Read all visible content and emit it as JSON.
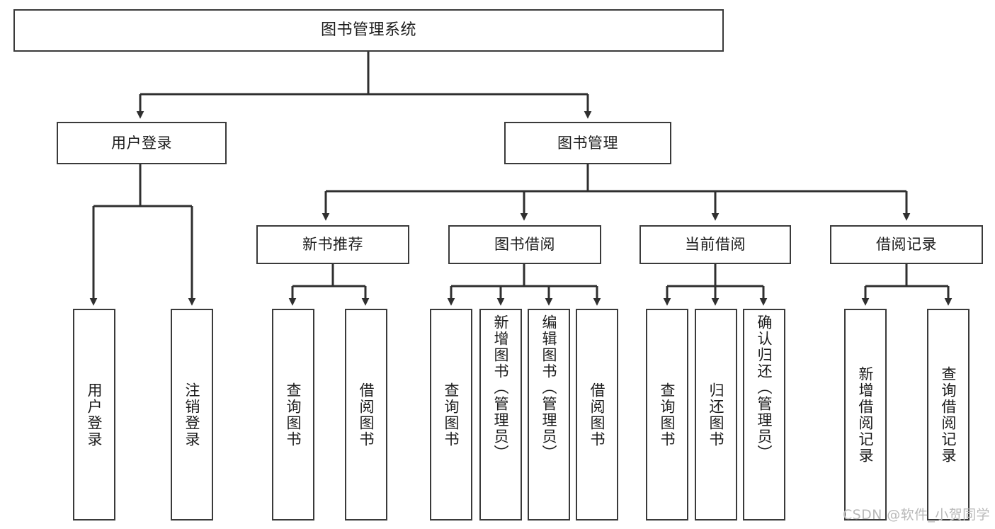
{
  "diagram": {
    "title": "图书管理系统",
    "type": "tree-hierarchy",
    "colors": {
      "box_border": "#3a3a3a",
      "box_fill": "#ffffff",
      "edge": "#2f2f2f",
      "text": "#1b1b1b",
      "watermark": "#b9b9b9",
      "background": "#ffffff"
    },
    "levels": {
      "root": "图书管理系统",
      "level2": [
        "用户登录",
        "图书管理"
      ],
      "level3": [
        "新书推荐",
        "图书借阅",
        "当前借阅",
        "借阅记录"
      ]
    }
  },
  "nodes": {
    "root": {
      "label": "图书管理系统"
    },
    "user_login": {
      "label": "用户登录"
    },
    "book_manage": {
      "label": "图书管理"
    },
    "new_book_rec": {
      "label": "新书推荐"
    },
    "book_borrow": {
      "label": "图书借阅"
    },
    "current_borrow": {
      "label": "当前借阅"
    },
    "borrow_record": {
      "label": "借阅记录"
    },
    "leaf_user_login": {
      "label": "用户登录"
    },
    "leaf_logout": {
      "label": "注销登录"
    },
    "leaf_query_book_1": {
      "label": "查询图书"
    },
    "leaf_borrow_book_1": {
      "label": "借阅图书"
    },
    "leaf_query_book_2": {
      "label": "查询图书"
    },
    "leaf_add_book": {
      "label": "新增图书（管理员）"
    },
    "leaf_edit_book": {
      "label": "编辑图书（管理员）"
    },
    "leaf_borrow_book_2": {
      "label": "借阅图书"
    },
    "leaf_query_book_3": {
      "label": "查询图书"
    },
    "leaf_return_book": {
      "label": "归还图书"
    },
    "leaf_confirm_return": {
      "label": "确认归还（管理员）"
    },
    "leaf_add_record": {
      "label": "新增借阅记录"
    },
    "leaf_query_record": {
      "label": "查询借阅记录"
    }
  },
  "watermark": {
    "text": "CSDN @软件_小贺同学"
  }
}
